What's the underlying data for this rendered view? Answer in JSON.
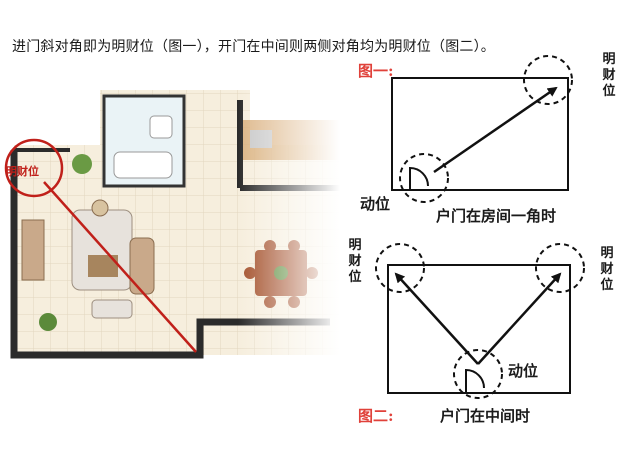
{
  "intro_text": "进门斜对角即为明财位（图一），开门在中间则两侧对角均为明财位（图二）。",
  "floorplan": {
    "badge": "明财位",
    "accent": "#c0201a"
  },
  "figure1": {
    "label": "图一:",
    "door_label": "动位",
    "wealth_label": "明财位",
    "caption": "户门在房间一角时"
  },
  "figure2": {
    "label": "图二:",
    "door_label": "动位",
    "wealth_left": "明财位",
    "wealth_right": "明财位",
    "caption": "户门在中间时"
  },
  "colors": {
    "accent_red": "#e0413a",
    "line": "#111111"
  }
}
